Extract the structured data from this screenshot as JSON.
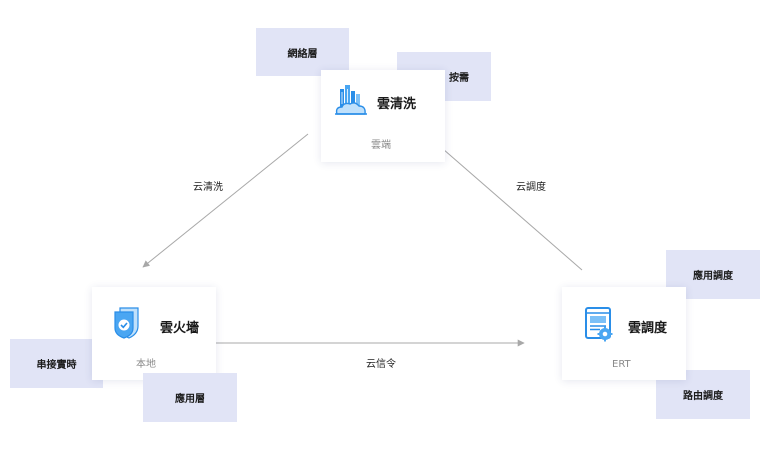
{
  "nodes": {
    "cloud_clean": {
      "title": "雲清洗",
      "sub": "雲端",
      "icon": "cloud-server-icon"
    },
    "cloud_firewall": {
      "title": "雲火墻",
      "sub": "本地",
      "icon": "shield-check-icon"
    },
    "cloud_dispatch": {
      "title": "雲調度",
      "sub": "ERT",
      "icon": "gear-window-icon"
    }
  },
  "tags": {
    "network_layer": "網絡層",
    "on_demand": "按需",
    "serial_realtime": "串接實時",
    "app_layer": "應用層",
    "app_dispatch": "應用調度",
    "route_dispatch": "路由調度"
  },
  "edges": {
    "clean_to_firewall": "云清洗",
    "dispatch_to_clean": "云調度",
    "firewall_to_dispatch": "云信令"
  },
  "colors": {
    "tag_bg": "#e1e4f6",
    "accent": "#2a8ee8",
    "arrow": "#a8a8a8"
  }
}
